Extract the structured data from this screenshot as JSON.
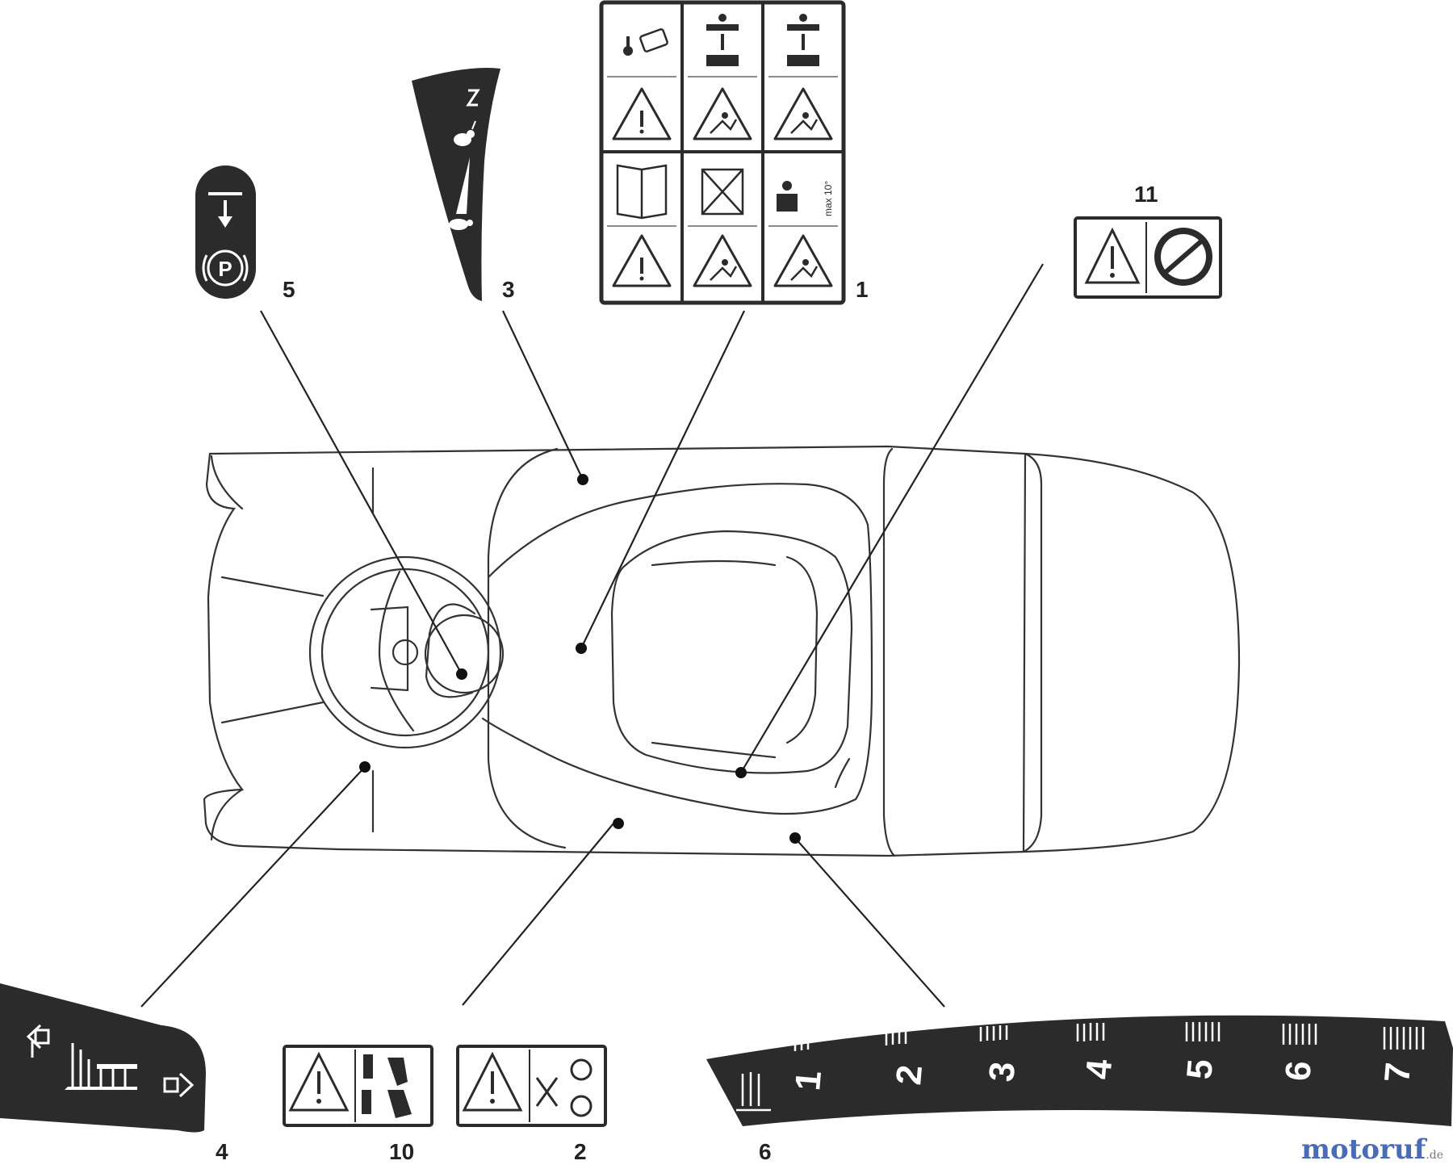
{
  "callouts": {
    "c1": "1",
    "c2": "2",
    "c3": "3",
    "c4": "4",
    "c5": "5",
    "c6": "6",
    "c10": "10",
    "c11": "11"
  },
  "decal_texts": {
    "max_slope": "max 10°",
    "height_scale": [
      "1",
      "2",
      "3",
      "4",
      "5",
      "6",
      "7"
    ]
  },
  "watermark": {
    "name": "motoruf",
    "suffix": ".de"
  },
  "colors": {
    "line": "#222222",
    "decal": "#2b2b2b"
  }
}
